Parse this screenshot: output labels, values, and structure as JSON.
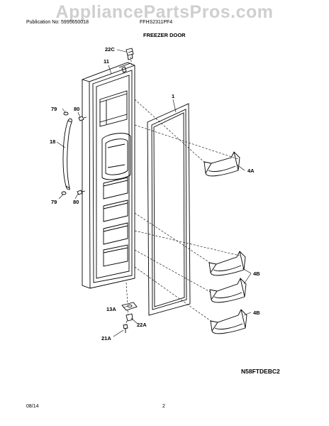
{
  "watermark": "AppliancePartsPros.com",
  "header": {
    "publication": "Publication No: 5995650018",
    "model": "FFHS2311PF4",
    "section_title": "FREEZER DOOR"
  },
  "callouts": {
    "p22C": "22C",
    "p11": "11",
    "p1": "1",
    "p79_top": "79",
    "p80_top": "80",
    "p18": "18",
    "p79_bottom": "79",
    "p80_bottom": "80",
    "p4A": "4A",
    "p4B_upper": "4B",
    "p4B_lower": "4B",
    "p13A": "13A",
    "p22A": "22A",
    "p21A": "21A"
  },
  "diagram_code": "N58FTDEBC2",
  "footer": {
    "date": "08/14",
    "page": "2"
  }
}
